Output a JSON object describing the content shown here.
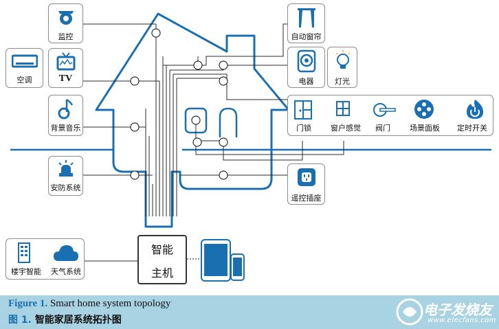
{
  "devices": {
    "monitor": "监控",
    "ac": "空调",
    "tv": "TV",
    "music": "背景音乐",
    "security": "安防系统",
    "curtain": "自动窗帘",
    "appliance": "电器",
    "light": "灯光",
    "door_lock": "门锁",
    "window_sensor": "窗户感觉",
    "valve": "阀门",
    "scene_panel": "场景面板",
    "timer_switch": "定时开关",
    "remote_socket": "遥控插座",
    "building_smart": "楼宇智能",
    "weather": "天气系统"
  },
  "hub": {
    "line1": "智能",
    "line2": "主机"
  },
  "caption": {
    "en_num": "Figure 1.",
    "en_text": "Smart home system topology",
    "cn_num": "图 1.",
    "cn_text": "智能家居系统拓扑图"
  },
  "watermark": {
    "title": "电子发烧友",
    "url": "www.elecfans.com"
  },
  "colors": {
    "accent": "#1a6fb0",
    "caption_bg": "#a9d3e3"
  }
}
